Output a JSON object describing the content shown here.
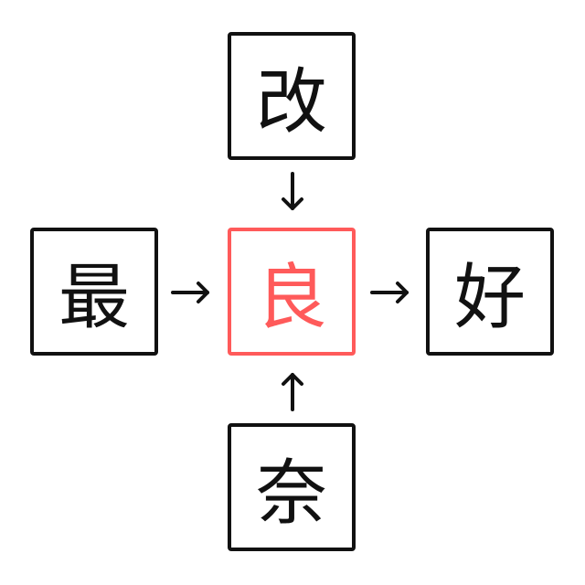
{
  "puzzle": {
    "top": "改",
    "left": "最",
    "center": "良",
    "right": "好",
    "bottom": "奈"
  },
  "colors": {
    "border": "#111111",
    "highlight": "#ff5a5a"
  }
}
